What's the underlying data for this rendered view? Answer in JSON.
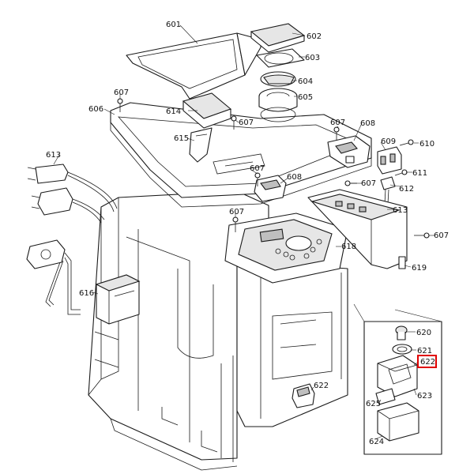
{
  "diagram": {
    "callouts": [
      {
        "id": "601",
        "label": "601"
      },
      {
        "id": "602",
        "label": "602"
      },
      {
        "id": "603",
        "label": "603"
      },
      {
        "id": "604",
        "label": "604"
      },
      {
        "id": "605",
        "label": "605"
      },
      {
        "id": "606",
        "label": "606"
      },
      {
        "id": "607a",
        "label": "607"
      },
      {
        "id": "607b",
        "label": "607"
      },
      {
        "id": "607c",
        "label": "607"
      },
      {
        "id": "607d",
        "label": "607"
      },
      {
        "id": "607e",
        "label": "607"
      },
      {
        "id": "607f",
        "label": "607"
      },
      {
        "id": "607g",
        "label": "607"
      },
      {
        "id": "608a",
        "label": "608"
      },
      {
        "id": "608b",
        "label": "608"
      },
      {
        "id": "609",
        "label": "609"
      },
      {
        "id": "610",
        "label": "610"
      },
      {
        "id": "611",
        "label": "611"
      },
      {
        "id": "612",
        "label": "612"
      },
      {
        "id": "613a",
        "label": "613"
      },
      {
        "id": "613b",
        "label": "613"
      },
      {
        "id": "614",
        "label": "614"
      },
      {
        "id": "615",
        "label": "615"
      },
      {
        "id": "616",
        "label": "616"
      },
      {
        "id": "618",
        "label": "618"
      },
      {
        "id": "619",
        "label": "619"
      },
      {
        "id": "620",
        "label": "620"
      },
      {
        "id": "621",
        "label": "621"
      },
      {
        "id": "622a",
        "label": "622"
      },
      {
        "id": "622b",
        "label": "622"
      },
      {
        "id": "623",
        "label": "623"
      },
      {
        "id": "624",
        "label": "624"
      },
      {
        "id": "625",
        "label": "625"
      }
    ],
    "highlight_color": "#e00000",
    "line_color": "#1a1a1a"
  }
}
